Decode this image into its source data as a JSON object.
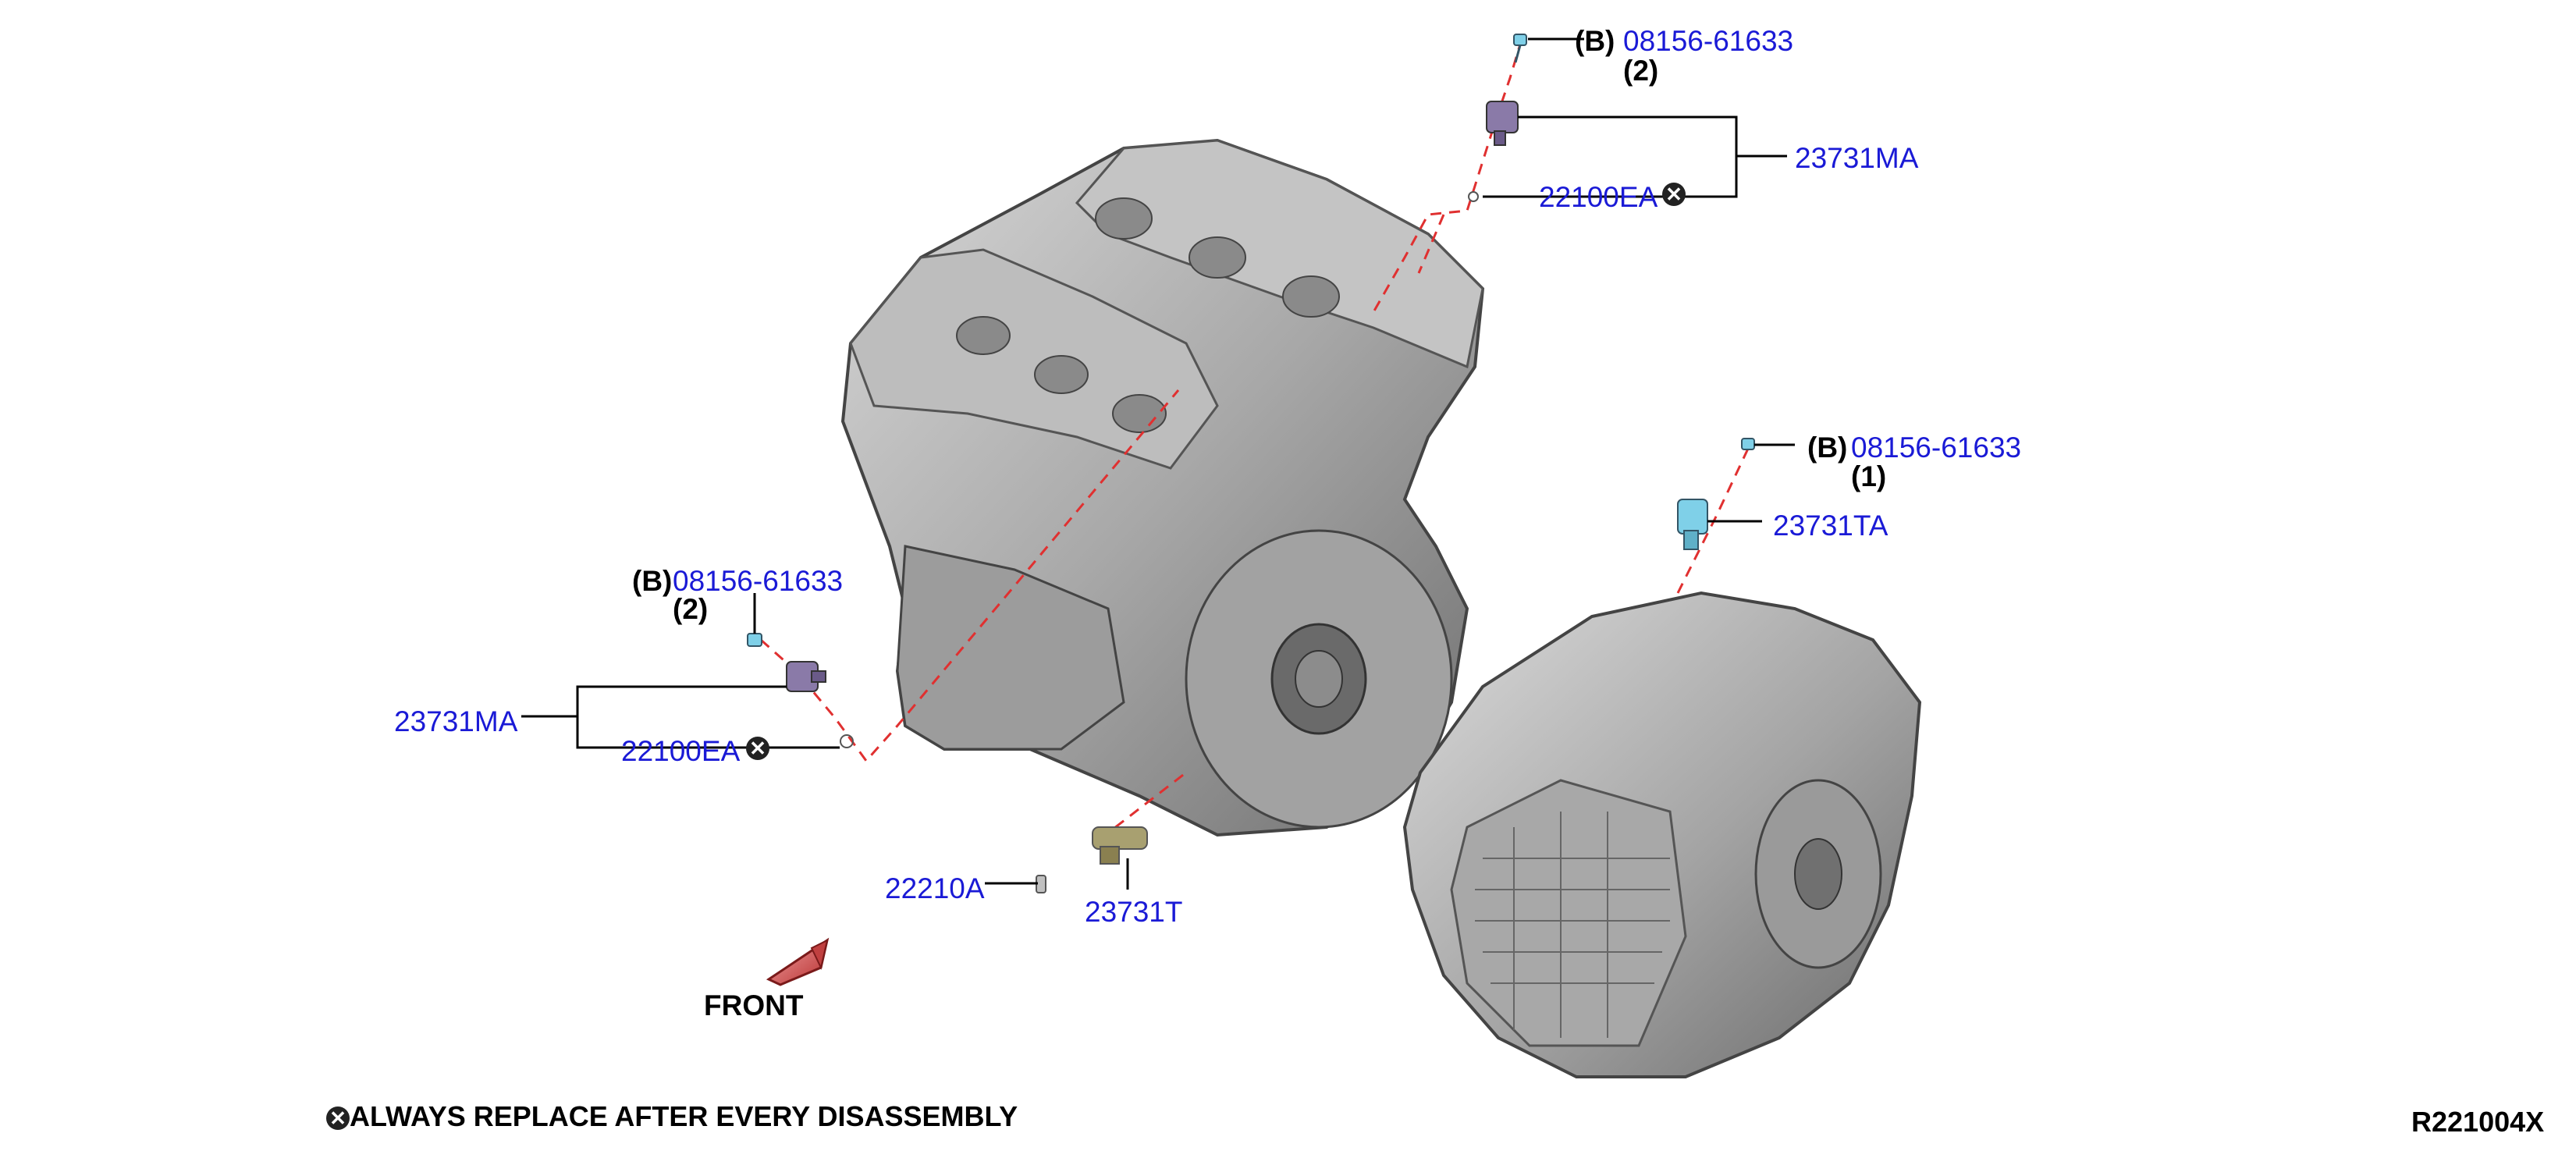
{
  "colors": {
    "part_number": "#1a1ad6",
    "text": "#000000",
    "leader": "#000000",
    "dashed_line": "#e03030",
    "metal_body": "#9a9a9a",
    "sensor_blue": "#7fd0e8",
    "sensor_purple": "#8a7aa8",
    "sensor_olive": "#a8a070"
  },
  "callouts": {
    "top_bolt": {
      "tag": "(B)",
      "part": "08156-61633",
      "qty": "(2)"
    },
    "top_sensor": {
      "part": "23731MA"
    },
    "top_oring": {
      "part": "22100EA",
      "mark_icon": "replace-mark-icon"
    },
    "left_bolt": {
      "tag": "(B)",
      "part": "08156-61633",
      "qty": "(2)"
    },
    "left_sensor": {
      "part": "23731MA"
    },
    "left_oring": {
      "part": "22100EA",
      "mark_icon": "replace-mark-icon"
    },
    "right_bolt": {
      "tag": "(B)",
      "part": "08156-61633",
      "qty": "(1)"
    },
    "right_sensor": {
      "part": "23731TA"
    },
    "crank_bolt": {
      "part": "22210A"
    },
    "crank_sensor": {
      "part": "23731T"
    }
  },
  "front_label": "FRONT",
  "footer": {
    "note": "ALWAYS REPLACE AFTER EVERY DISASSEMBLY",
    "diagram_code": "R221004X"
  }
}
